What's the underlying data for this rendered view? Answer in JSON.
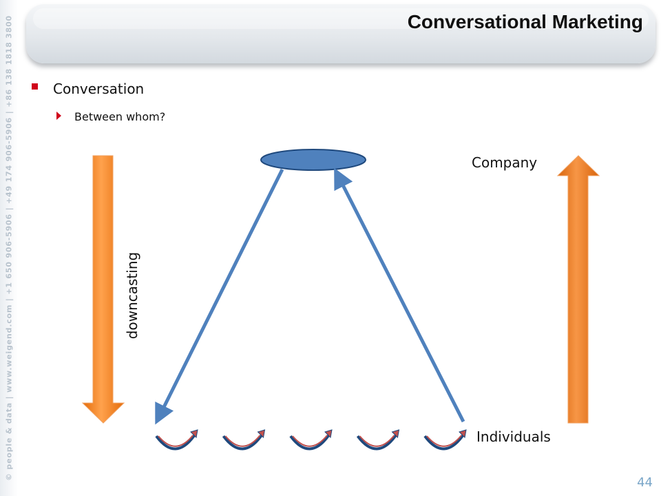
{
  "sidebar": {
    "text": "© people & data | www.weigend.com | +1 650 906-5906 | +49 174 906-5906 | +86 138 1818 3800"
  },
  "header": {
    "title": "Conversational Marketing"
  },
  "bullets": {
    "level1": "Conversation",
    "level2": "Between whom?"
  },
  "diagram": {
    "company_label": "Company",
    "individuals_label": "Individuals",
    "downcasting_label": "downcasting",
    "individual_count": 5,
    "colors": {
      "arrow_blue": "#4f81bd",
      "ellipse_fill": "#4f81bd",
      "orange": "#f79646",
      "orange_dark": "#e46c0a",
      "curl_red": "#c0504d",
      "curl_blue": "#1f497d"
    }
  },
  "footer": {
    "page_number": "44"
  }
}
